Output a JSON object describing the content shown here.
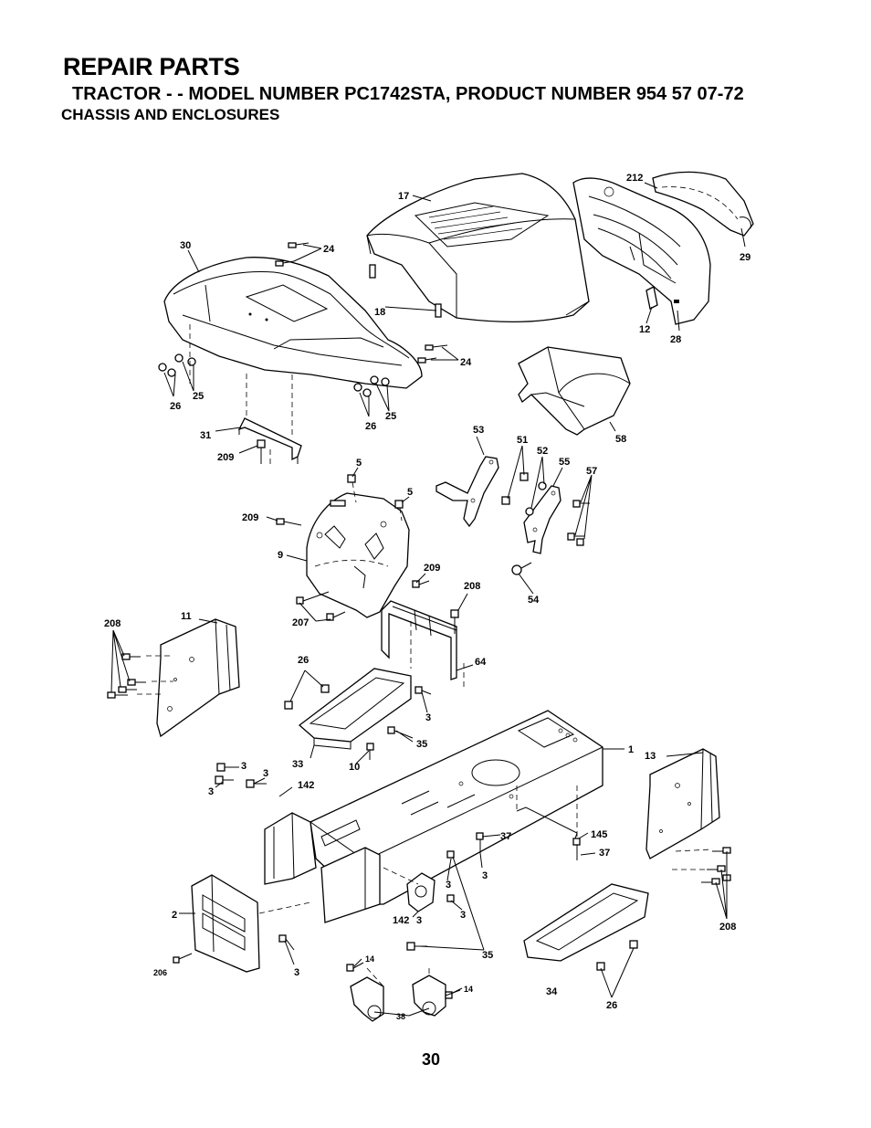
{
  "header": {
    "title": "REPAIR PARTS",
    "subtitle": "TRACTOR - - MODEL NUMBER PC1742STA, PRODUCT NUMBER 954 57 07-72",
    "section": "CHASSIS AND ENCLOSURES"
  },
  "page_number": "30",
  "callouts": {
    "c17": "17",
    "c212": "212",
    "c29": "29",
    "c30": "30",
    "c24a": "24",
    "c18": "18",
    "c12": "12",
    "c28": "28",
    "c24b": "24",
    "c26a": "26",
    "c25a": "25",
    "c26b": "26",
    "c25b": "25",
    "c31": "31",
    "c209a": "209",
    "c53": "53",
    "c58": "58",
    "c51": "51",
    "c52": "52",
    "c55": "55",
    "c57": "57",
    "c5a": "5",
    "c5b": "5",
    "c209b": "209",
    "c9": "9",
    "c209c": "209",
    "c208a": "208",
    "c54": "54",
    "c11": "11",
    "c208b": "208",
    "c207": "207",
    "c64": "64",
    "c26c": "26",
    "c3a": "3",
    "c35a": "35",
    "c33": "33",
    "c10": "10",
    "c1": "1",
    "c13": "13",
    "c3b": "3",
    "c3c": "3",
    "c3d": "3",
    "c142a": "142",
    "c37a": "37",
    "c145": "145",
    "c37b": "37",
    "c3e": "3",
    "c3f": "3",
    "c142b": "142",
    "c3g": "3",
    "c3h": "3",
    "c2": "2",
    "c208c": "208",
    "c35b": "35",
    "c206": "206",
    "c3i": "3",
    "c14a": "14",
    "c14b": "14",
    "c34": "34",
    "c38": "38",
    "c26d": "26"
  }
}
